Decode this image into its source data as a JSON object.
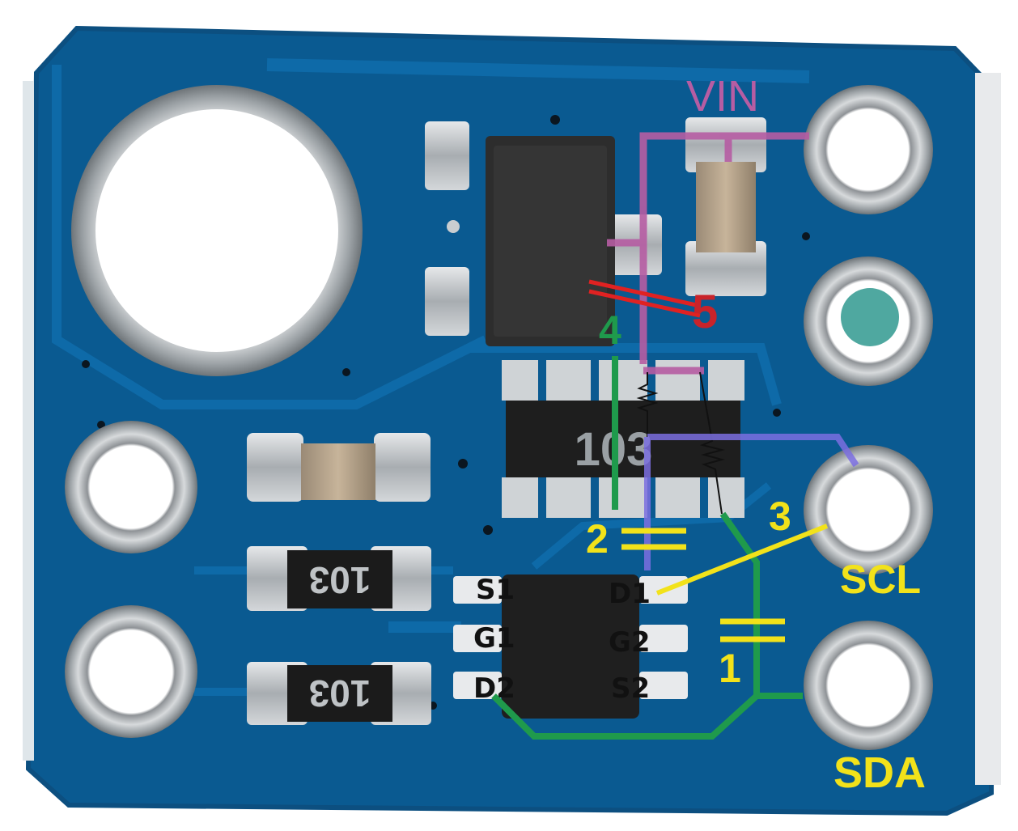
{
  "board": {
    "colors": {
      "pcb": "#0a5a91",
      "pcb_dark": "#07406b",
      "pcb_edge": "#0e6aa8",
      "pad_metal": "#b8bcc0",
      "ic_body": "#2b2b2b",
      "resistor_body": "#1d1d1d",
      "vin_trace": "#b65da3",
      "scl_trace": "#7b6fe0",
      "sda_trace": "#1f9a4c",
      "annotation_yellow": "#f2e21a",
      "annotation_red": "#e02222",
      "annotation_green": "#1f9a4c"
    },
    "resistor_markings": {
      "network": "103",
      "r_upper": "103",
      "r_lower": "103"
    },
    "mosfet_pins": {
      "s1": "S1",
      "g1": "G1",
      "d2": "D2",
      "d1": "D1",
      "g2": "G2",
      "s2": "S2"
    },
    "pin_labels": {
      "vin": "VIN",
      "scl": "SCL",
      "sda": "SDA"
    },
    "annotations": {
      "n1": "1",
      "n2": "2",
      "n3": "3",
      "n4": "4",
      "n5": "5"
    }
  }
}
